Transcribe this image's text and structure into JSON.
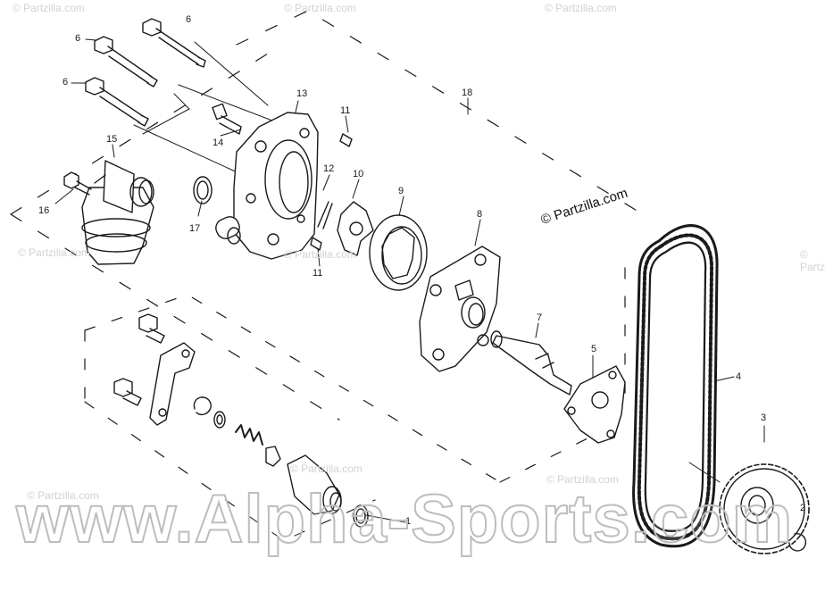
{
  "callouts": [
    {
      "id": "c1",
      "text": "1"
    },
    {
      "id": "c2",
      "text": "2"
    },
    {
      "id": "c3",
      "text": "3"
    },
    {
      "id": "c4",
      "text": "4"
    },
    {
      "id": "c5",
      "text": "5"
    },
    {
      "id": "c6a",
      "text": "6"
    },
    {
      "id": "c6b",
      "text": "6"
    },
    {
      "id": "c6c",
      "text": "6"
    },
    {
      "id": "c7",
      "text": "7"
    },
    {
      "id": "c8",
      "text": "8"
    },
    {
      "id": "c9",
      "text": "9"
    },
    {
      "id": "c10",
      "text": "10"
    },
    {
      "id": "c11a",
      "text": "11"
    },
    {
      "id": "c11b",
      "text": "11"
    },
    {
      "id": "c12",
      "text": "12"
    },
    {
      "id": "c13",
      "text": "13"
    },
    {
      "id": "c14",
      "text": "14"
    },
    {
      "id": "c15",
      "text": "15"
    },
    {
      "id": "c16",
      "text": "16"
    },
    {
      "id": "c17",
      "text": "17"
    },
    {
      "id": "c18",
      "text": "18"
    }
  ],
  "watermarks": {
    "partzilla_credit": "© Partzilla.com",
    "partzilla_small": "© Partzilla.com",
    "site": "www.Alpha-Sports.com"
  },
  "colors": {
    "line": "#1a1a1a",
    "watermark_grey": "#cfcfcf"
  }
}
